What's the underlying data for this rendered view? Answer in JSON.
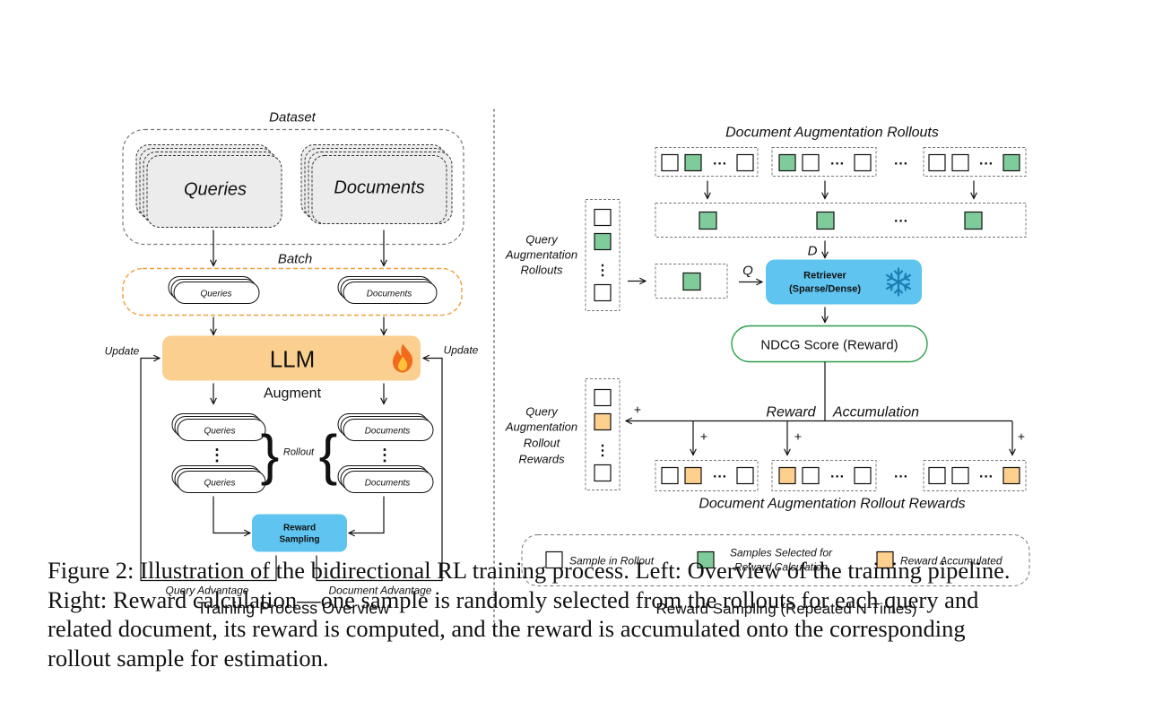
{
  "left": {
    "dataset_label": "Dataset",
    "queries_label": "Queries",
    "documents_label": "Documents",
    "batch_label": "Batch",
    "batch_queries": "Queries",
    "batch_documents": "Documents",
    "llm_label": "LLM",
    "llm_icon": "fire-icon",
    "update_left": "Update",
    "update_right": "Update",
    "augment_label": "Augment",
    "rollout_queries_top": "Queries",
    "rollout_queries_bottom": "Queries",
    "rollout_documents_top": "Documents",
    "rollout_documents_bottom": "Documents",
    "rollout_label": "Rollout",
    "reward_sampling_line1": "Reward",
    "reward_sampling_line2": "Sampling",
    "query_advantage": "Query Advantage",
    "document_advantage": "Document Advantage",
    "title": "Training Process Overview"
  },
  "right": {
    "doc_rollouts_title": "Document Augmentation Rollouts",
    "query_rollouts_line1": "Query",
    "query_rollouts_line2": "Augmentation",
    "query_rollouts_line3": "Rollouts",
    "d_label": "D",
    "q_label": "Q",
    "retriever_line1": "Retriever",
    "retriever_line2": "(Sparse/Dense)",
    "retriever_icon": "snowflake-icon",
    "ndcg_label": "NDCG Score (Reward)",
    "reward_word": "Reward",
    "accumulation_word": "Accumulation",
    "plus_sign": "+",
    "query_rewards_line1": "Query",
    "query_rewards_line2": "Augmentation",
    "query_rewards_line3": "Rollout",
    "query_rewards_line4": "Rewards",
    "doc_rewards_title": "Document Augmentation Rollout Rewards",
    "legend_sample": "Sample in Rollout",
    "legend_selected_line1": "Samples Selected for",
    "legend_selected_line2": "Reward Calculation",
    "legend_accumulated": "Reward Accumulated",
    "title": "Reward Sampling (Repeated N Times)"
  },
  "colors": {
    "green": "#7fcc9a",
    "orange": "#fdd08e",
    "llm_orange": "#fbcf8f",
    "blue": "#5fc4f0",
    "ndcg_border": "#2e9e4a",
    "batch_border": "#f0a040"
  },
  "caption": {
    "line1": "Figure 2: Illustration of the bidirectional RL training process. Left: Overview of the training pipeline.",
    "line2": "Right: Reward calculation—one sample is randomly selected from the rollouts for each query and",
    "line3": "related document, its reward is computed, and the reward is accumulated onto the corresponding",
    "line4": "rollout sample for estimation."
  }
}
